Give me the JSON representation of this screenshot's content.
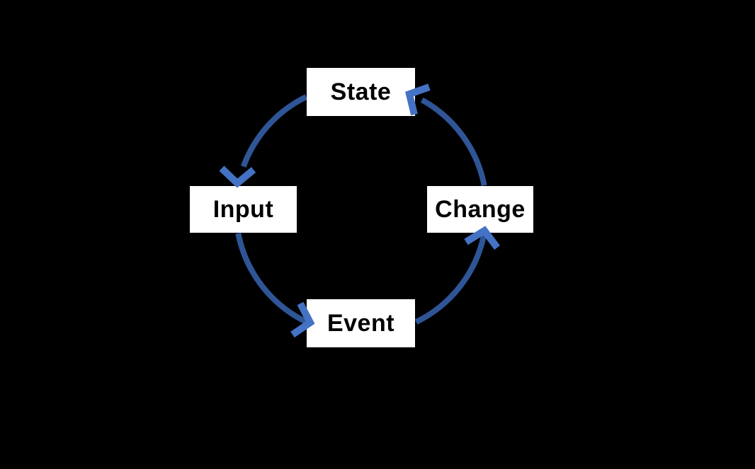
{
  "diagram": {
    "type": "cycle",
    "nodes": [
      {
        "id": "state",
        "label": "State"
      },
      {
        "id": "input",
        "label": "Input"
      },
      {
        "id": "event",
        "label": "Event"
      },
      {
        "id": "change",
        "label": "Change"
      }
    ],
    "edges": [
      {
        "from": "state",
        "to": "input"
      },
      {
        "from": "input",
        "to": "event"
      },
      {
        "from": "event",
        "to": "change"
      },
      {
        "from": "change",
        "to": "state"
      }
    ]
  },
  "colors": {
    "background": "#000000",
    "node_fill": "#ffffff",
    "node_text": "#000000",
    "arc_stroke": "#2f5597",
    "arrowhead_stroke": "#4472c4"
  }
}
